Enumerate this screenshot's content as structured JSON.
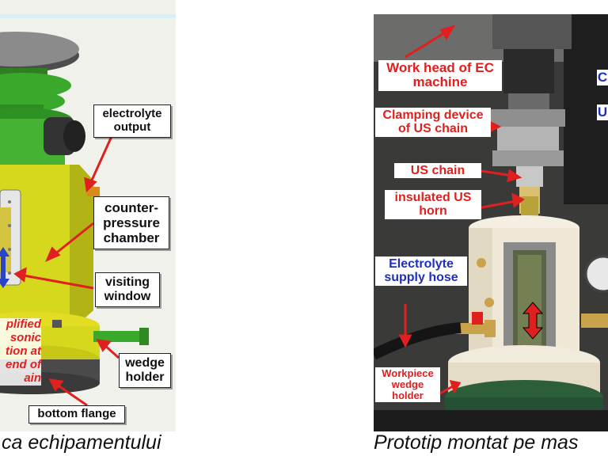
{
  "left_figure": {
    "labels": {
      "electrolyte_output": "electrolyte\noutput",
      "counter_pressure_chamber": "counter-\npressure\nchamber",
      "visiting_window": "visiting\nwindow",
      "wedge_holder": "wedge\nholder",
      "bottom_flange": "bottom flange",
      "amplified_text": "plified\nsonic\ntion at\nend of\nain"
    },
    "caption": "ca echipamentului"
  },
  "right_figure": {
    "labels": {
      "work_head": "Work head of EC\nmachine",
      "clamping_device": "Clamping device\nof US chain",
      "us_chain": "US chain",
      "insulated_horn": "insulated US\nhorn",
      "electrolyte_supply": "Electrolyte\nsupply hose",
      "workpiece_holder": "Workpiece\nwedge\nholder",
      "edge_c": "C",
      "edge_u": "U"
    },
    "caption": "Prototip montat pe mas"
  },
  "colors": {
    "red_label": "#e0201e",
    "blue_label": "#1e2fbf",
    "yellow_chamber": "#d6d81e",
    "green_parts": "#3aa82a"
  }
}
